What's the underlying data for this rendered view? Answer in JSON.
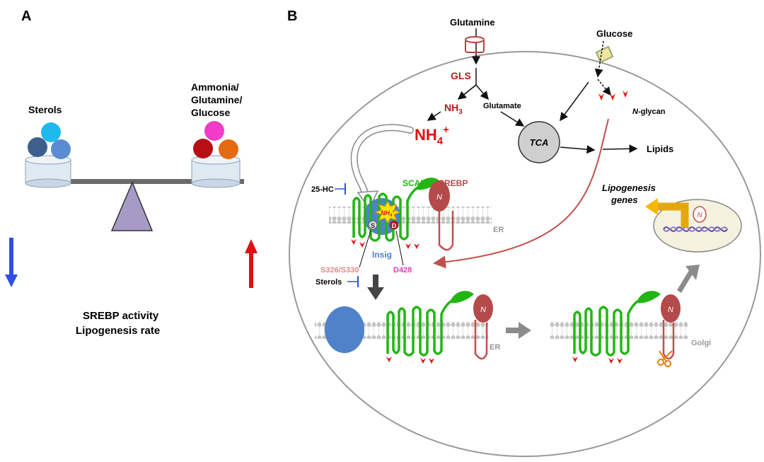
{
  "panels": {
    "a": "A",
    "b": "B"
  },
  "balance": {
    "left_label": "Sterols",
    "right_label_1": "Ammonia/",
    "right_label_2": "Glutamine/",
    "right_label_3": "Glucose",
    "caption_1": "SREBP activity",
    "caption_2": "Lipogenesis rate"
  },
  "pathway": {
    "glutamine": "Glutamine",
    "glucose": "Glucose",
    "gls": "GLS",
    "nh3": "NH",
    "nh3_sub": "3",
    "glutamate": "Glutamate",
    "nh4": "NH",
    "nh4_sub": "4",
    "nh4_sup": "+",
    "nglycan_italic": "N",
    "nglycan_rest": "-glycan",
    "tca": "TCA",
    "lipids": "Lipids",
    "lipogenesis_1": "Lipogenesis",
    "lipogenesis_2": "genes"
  },
  "membrane": {
    "hc25": "25-HC",
    "scap": "SCAP",
    "srebp": "SREBP",
    "er": "ER",
    "nh4_badge": "NH",
    "nh4_badge_sub": "4",
    "nh4_badge_sup": "+",
    "s_letter": "S",
    "d_letter": "D",
    "insig": "Insig",
    "s326": "S326/S330",
    "d428": "D428",
    "sterols": "Sterols",
    "n_letter": "N",
    "er_lower": "ER",
    "golgi": "Golgi"
  },
  "colors": {
    "scap_green": "#22b514",
    "srebp_red": "#b54a4a",
    "insig_blue": "#4f82c8",
    "arrow_blue": "#2f4fe0",
    "arrow_red": "#e01010"
  }
}
